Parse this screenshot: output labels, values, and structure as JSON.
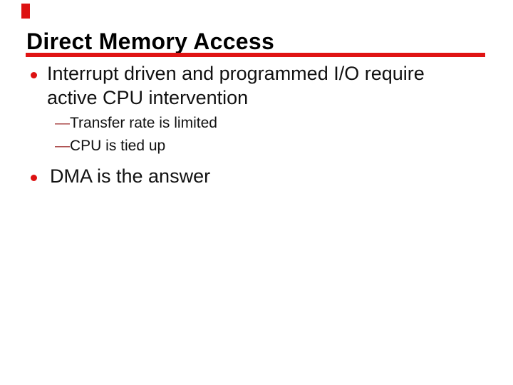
{
  "slide": {
    "title": "Direct Memory Access",
    "dash_glyph": "—",
    "bullets": [
      {
        "lines": [
          "Interrupt driven and programmed I/O require",
          "active CPU intervention"
        ],
        "sub_items": [
          "Transfer rate is limited",
          "CPU is tied up"
        ]
      },
      {
        "lines": [
          "DMA is the answer"
        ],
        "sub_items": []
      }
    ],
    "colors": {
      "accent_red": "#e01414",
      "bullet_red": "#dd1212",
      "dash_red": "#a33b3b",
      "title_color": "#000000",
      "body_color": "#111111",
      "background": "#ffffff"
    }
  }
}
